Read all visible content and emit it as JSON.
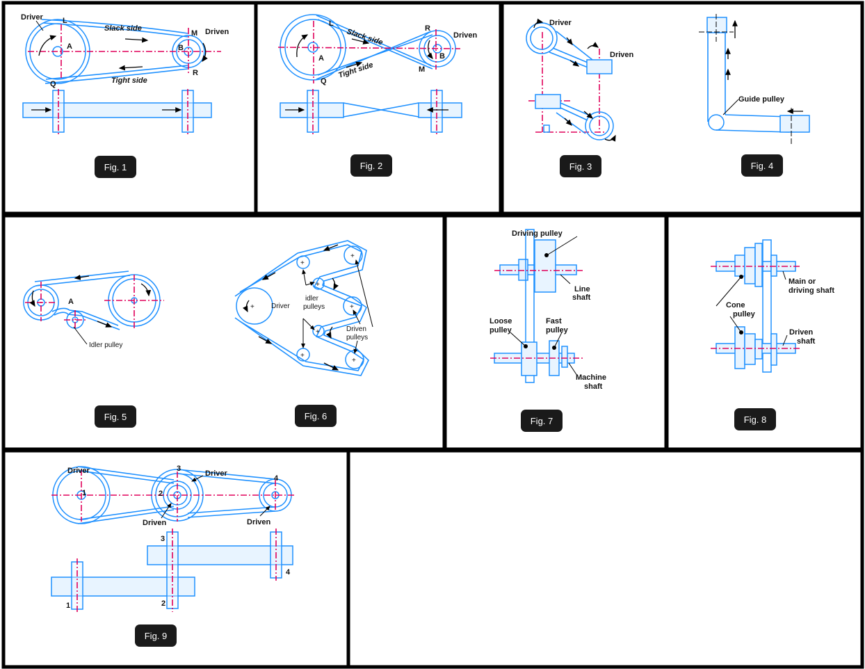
{
  "figures": [
    {
      "id": "fig1",
      "caption": "Fig. 1",
      "labels": {
        "driver": "Driver",
        "l": "L",
        "slack": "Slack side",
        "m": "M",
        "driven": "Driven",
        "a": "A",
        "b": "B",
        "q": "Q",
        "tight": "Tight side",
        "r": "R"
      }
    },
    {
      "id": "fig2",
      "caption": "Fig. 2",
      "labels": {
        "l": "L",
        "slack": "Slack side",
        "r": "R",
        "driven": "Driven",
        "a": "A",
        "b": "B",
        "q": "Q",
        "tight": "Tight side",
        "m": "M"
      }
    },
    {
      "id": "fig3",
      "caption": "Fig. 3",
      "labels": {
        "driver": "Driver",
        "driven": "Driven"
      }
    },
    {
      "id": "fig4",
      "caption": "Fig. 4",
      "labels": {
        "guide": "Guide pulley"
      }
    },
    {
      "id": "fig5",
      "caption": "Fig. 5",
      "labels": {
        "a": "A",
        "idler": "Idler pulley"
      }
    },
    {
      "id": "fig6",
      "caption": "Fig. 6",
      "labels": {
        "driver": "Driver",
        "idler1": "idler",
        "idler2": "pulleys",
        "driven1": "Driven",
        "driven2": "pulleys"
      }
    },
    {
      "id": "fig7",
      "caption": "Fig. 7",
      "labels": {
        "driving": "Driving pulley",
        "line1": "Line",
        "line2": "shaft",
        "loose1": "Loose",
        "loose2": "pulley",
        "fast1": "Fast",
        "fast2": "pulley",
        "machine1": "Machine",
        "machine2": "shaft"
      }
    },
    {
      "id": "fig8",
      "caption": "Fig. 8",
      "labels": {
        "main1": "Main or",
        "main2": "driving shaft",
        "cone1": "Cone",
        "cone2": "pulley",
        "drivenshaft1": "Driven",
        "drivenshaft2": "shaft"
      }
    },
    {
      "id": "fig9",
      "caption": "Fig. 9",
      "labels": {
        "driver1": "Driver",
        "n1": "1",
        "n3": "3",
        "driver2": "Driver",
        "n4": "4",
        "n2": "2",
        "driven1": "Driven",
        "driven2": "Driven",
        "n3b": "3",
        "n4b": "4",
        "n1b": "1",
        "n2b": "2"
      }
    }
  ],
  "colors": {
    "belt": "#1e90ff",
    "axis": "#e0005a",
    "caption_bg": "#1a1a1a",
    "border": "#000000"
  }
}
